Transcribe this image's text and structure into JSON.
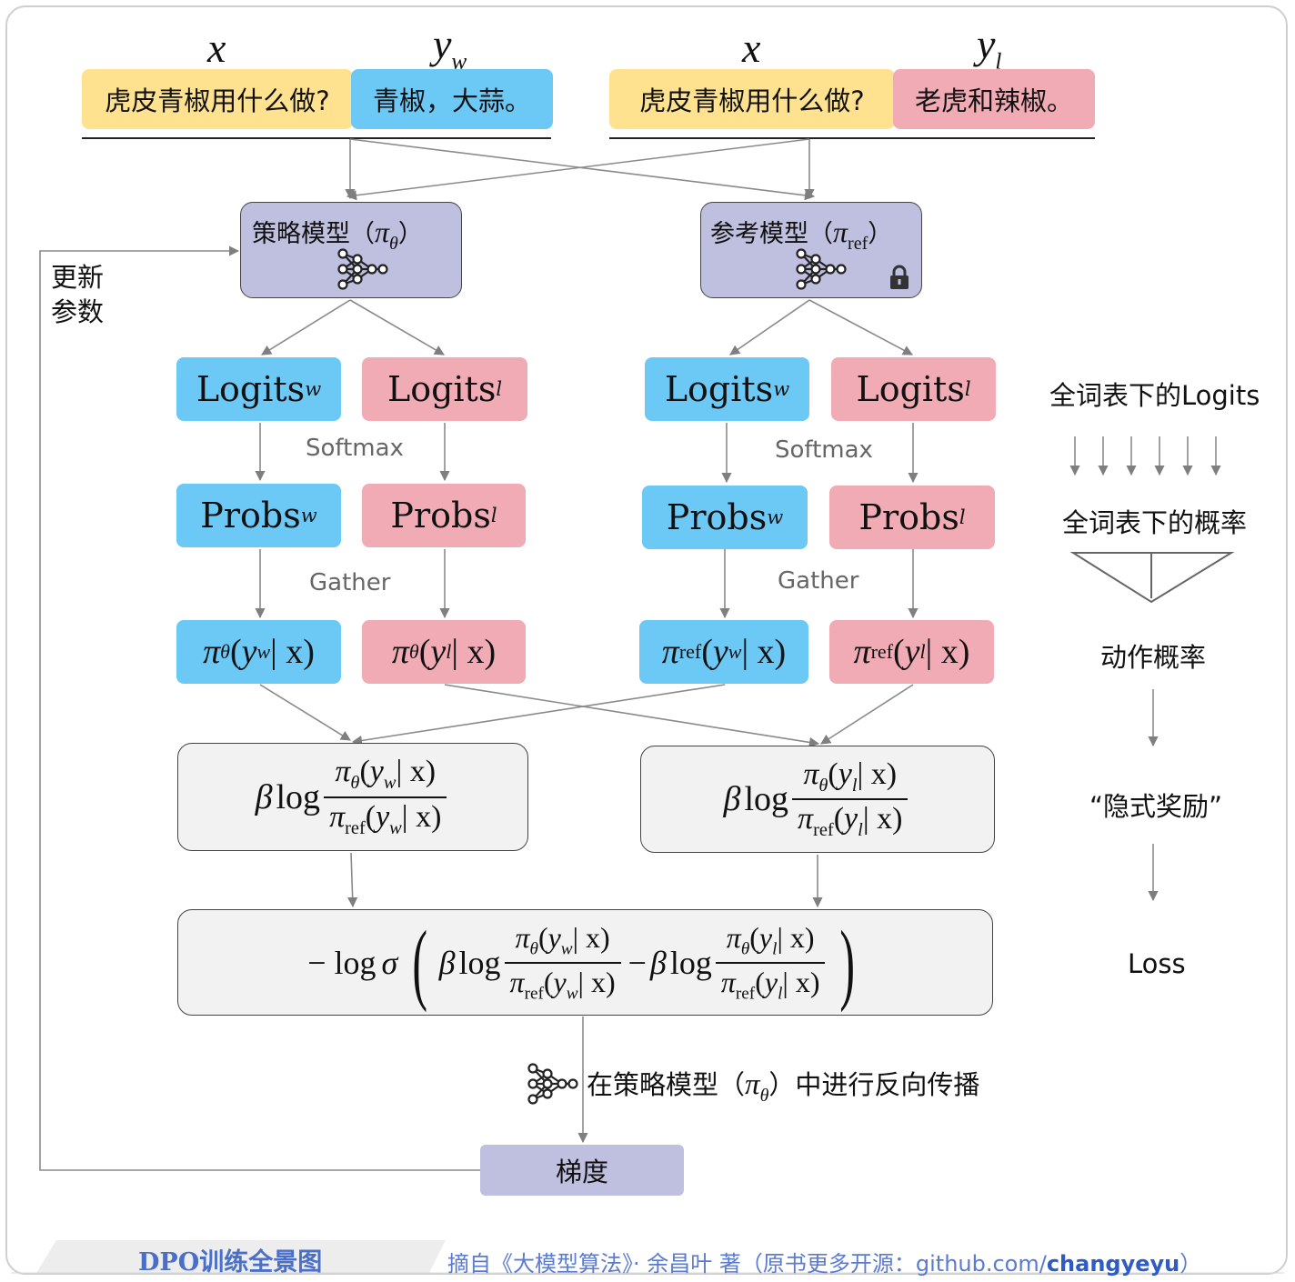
{
  "inputs": {
    "x_label": "x",
    "yw_label": "y",
    "yw_sub": "w",
    "yl_label": "y",
    "yl_sub": "l",
    "question": "虎皮青椒用什么做?",
    "answer_chosen": "青椒，大蒜。",
    "answer_rejected": "老虎和辣椒。"
  },
  "policy_model": {
    "label": "策略模型（",
    "pi": "π",
    "sub": "θ",
    "close": "）"
  },
  "reference_model": {
    "label": "参考模型（",
    "pi": "π",
    "sub": "ref",
    "close": "）"
  },
  "update_params": {
    "line1": "更新",
    "line2": "参数"
  },
  "logits": {
    "text": "Logits",
    "sub_w": "w",
    "sub_l": "l"
  },
  "probs": {
    "text": "Probs",
    "sub_w": "w",
    "sub_l": "l"
  },
  "ops": {
    "softmax": "Softmax",
    "gather": "Gather"
  },
  "action_probs": {
    "pi": "π",
    "theta": "θ",
    "ref": "ref",
    "y": "y",
    "w": "w",
    "l": "l",
    "given": "| x)"
  },
  "reward_terms": {
    "beta": "β",
    "log": "log"
  },
  "loss_formula": {
    "minus_log": "− log",
    "sigma": "σ",
    "minus": "−"
  },
  "backprop": {
    "before": "在策略模型（",
    "pi": "π",
    "sub": "θ",
    "after": "）中进行反向传播"
  },
  "gradient": "梯度",
  "legend": {
    "vocab_logits": "全词表下的Logits",
    "vocab_probs": "全词表下的概率",
    "action_prob": "动作概率",
    "implicit_reward": "“隐式奖励”",
    "loss": "Loss"
  },
  "footer": {
    "title": "DPO训练全景图",
    "credit_prefix": "摘自《大模型算法》· 余昌叶 著（原书更多开源：github.com/",
    "credit_user": "changyeyu",
    "credit_suffix": "）"
  },
  "colors": {
    "yellow": "#ffe28f",
    "blue": "#6cc8f4",
    "pink": "#f0abb5",
    "purple": "#bfbfdf",
    "grey_box": "#f2f2f2",
    "arrow": "#808080",
    "footer_blue": "#4a6fc9"
  },
  "icons": {
    "network": "neural-network-icon",
    "lock": "lock-icon"
  }
}
